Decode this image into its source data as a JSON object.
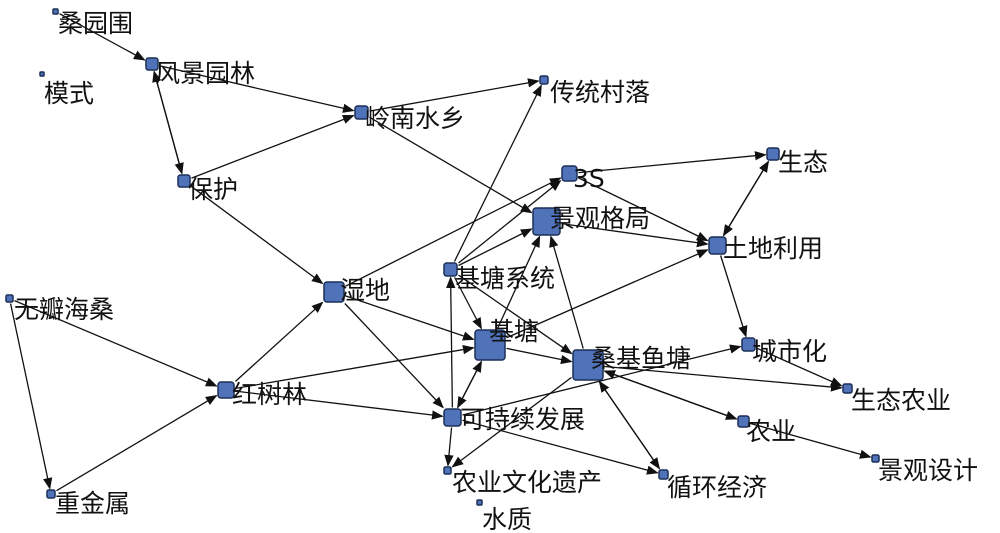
{
  "colors": {
    "node_fill": "#4f72b8",
    "node_stroke": "#1c2f57",
    "edge": "#111111",
    "text": "#111111"
  },
  "nodes": [
    {
      "id": "sangyuanwei",
      "label": "桑园围"
    },
    {
      "id": "moshi",
      "label": "模式"
    },
    {
      "id": "fengjing",
      "label": "风景园林"
    },
    {
      "id": "lingnan",
      "label": "岭南水乡"
    },
    {
      "id": "chuantong",
      "label": "传统村落"
    },
    {
      "id": "3s",
      "label": "3S"
    },
    {
      "id": "shengtai",
      "label": "生态"
    },
    {
      "id": "baohu",
      "label": "保护"
    },
    {
      "id": "jingguan",
      "label": "景观格局"
    },
    {
      "id": "tudi",
      "label": "土地利用"
    },
    {
      "id": "jitangxt",
      "label": "基塘系统"
    },
    {
      "id": "shidi",
      "label": "湿地"
    },
    {
      "id": "wuban",
      "label": "无瓣海桑"
    },
    {
      "id": "jitang",
      "label": "基塘"
    },
    {
      "id": "sangji",
      "label": "桑基鱼塘"
    },
    {
      "id": "chengshi",
      "label": "城市化"
    },
    {
      "id": "hongshu",
      "label": "红树林"
    },
    {
      "id": "shengtainy",
      "label": "生态农业"
    },
    {
      "id": "kechixu",
      "label": "可持续发展"
    },
    {
      "id": "nongye",
      "label": "农业"
    },
    {
      "id": "jingguansj",
      "label": "景观设计"
    },
    {
      "id": "nywh",
      "label": "农业文化遗产"
    },
    {
      "id": "xunhuan",
      "label": "循环经济"
    },
    {
      "id": "zhongjin",
      "label": "重金属"
    },
    {
      "id": "shuizhi",
      "label": "水质"
    }
  ],
  "edges": [
    [
      "sangyuanwei",
      "fengjing"
    ],
    [
      "fengjing",
      "baohu"
    ],
    [
      "baohu",
      "fengjing"
    ],
    [
      "fengjing",
      "lingnan"
    ],
    [
      "baohu",
      "lingnan"
    ],
    [
      "lingnan",
      "chuantong"
    ],
    [
      "lingnan",
      "jingguan"
    ],
    [
      "baohu",
      "shidi"
    ],
    [
      "shidi",
      "3s"
    ],
    [
      "3s",
      "shengtai"
    ],
    [
      "3s",
      "tudi"
    ],
    [
      "jingguan",
      "tudi"
    ],
    [
      "tudi",
      "shengtai"
    ],
    [
      "shengtai",
      "tudi"
    ],
    [
      "tudi",
      "chengshi"
    ],
    [
      "jitangxt",
      "chuantong"
    ],
    [
      "jitangxt",
      "3s"
    ],
    [
      "jitangxt",
      "jingguan"
    ],
    [
      "jitangxt",
      "jitang"
    ],
    [
      "jitangxt",
      "sangji"
    ],
    [
      "jitang",
      "tudi"
    ],
    [
      "jitang",
      "jingguan"
    ],
    [
      "shidi",
      "jitang"
    ],
    [
      "shidi",
      "kechixu"
    ],
    [
      "wuban",
      "hongshu"
    ],
    [
      "wuban",
      "zhongjin"
    ],
    [
      "zhongjin",
      "hongshu"
    ],
    [
      "hongshu",
      "shidi"
    ],
    [
      "hongshu",
      "jitang"
    ],
    [
      "hongshu",
      "kechixu"
    ],
    [
      "kechixu",
      "jitangxt"
    ],
    [
      "kechixu",
      "jitang"
    ],
    [
      "jitang",
      "kechixu"
    ],
    [
      "kechixu",
      "nywh"
    ],
    [
      "kechixu",
      "xunhuan"
    ],
    [
      "kechixu",
      "chengshi"
    ],
    [
      "sangji",
      "jingguan"
    ],
    [
      "sangji",
      "nongye"
    ],
    [
      "nongye",
      "sangji"
    ],
    [
      "sangji",
      "shengtainy"
    ],
    [
      "sangji",
      "xunhuan"
    ],
    [
      "xunhuan",
      "sangji"
    ],
    [
      "sangji",
      "nywh"
    ],
    [
      "jitang",
      "sangji"
    ],
    [
      "nongye",
      "jingguansj"
    ],
    [
      "chengshi",
      "shengtainy"
    ]
  ]
}
